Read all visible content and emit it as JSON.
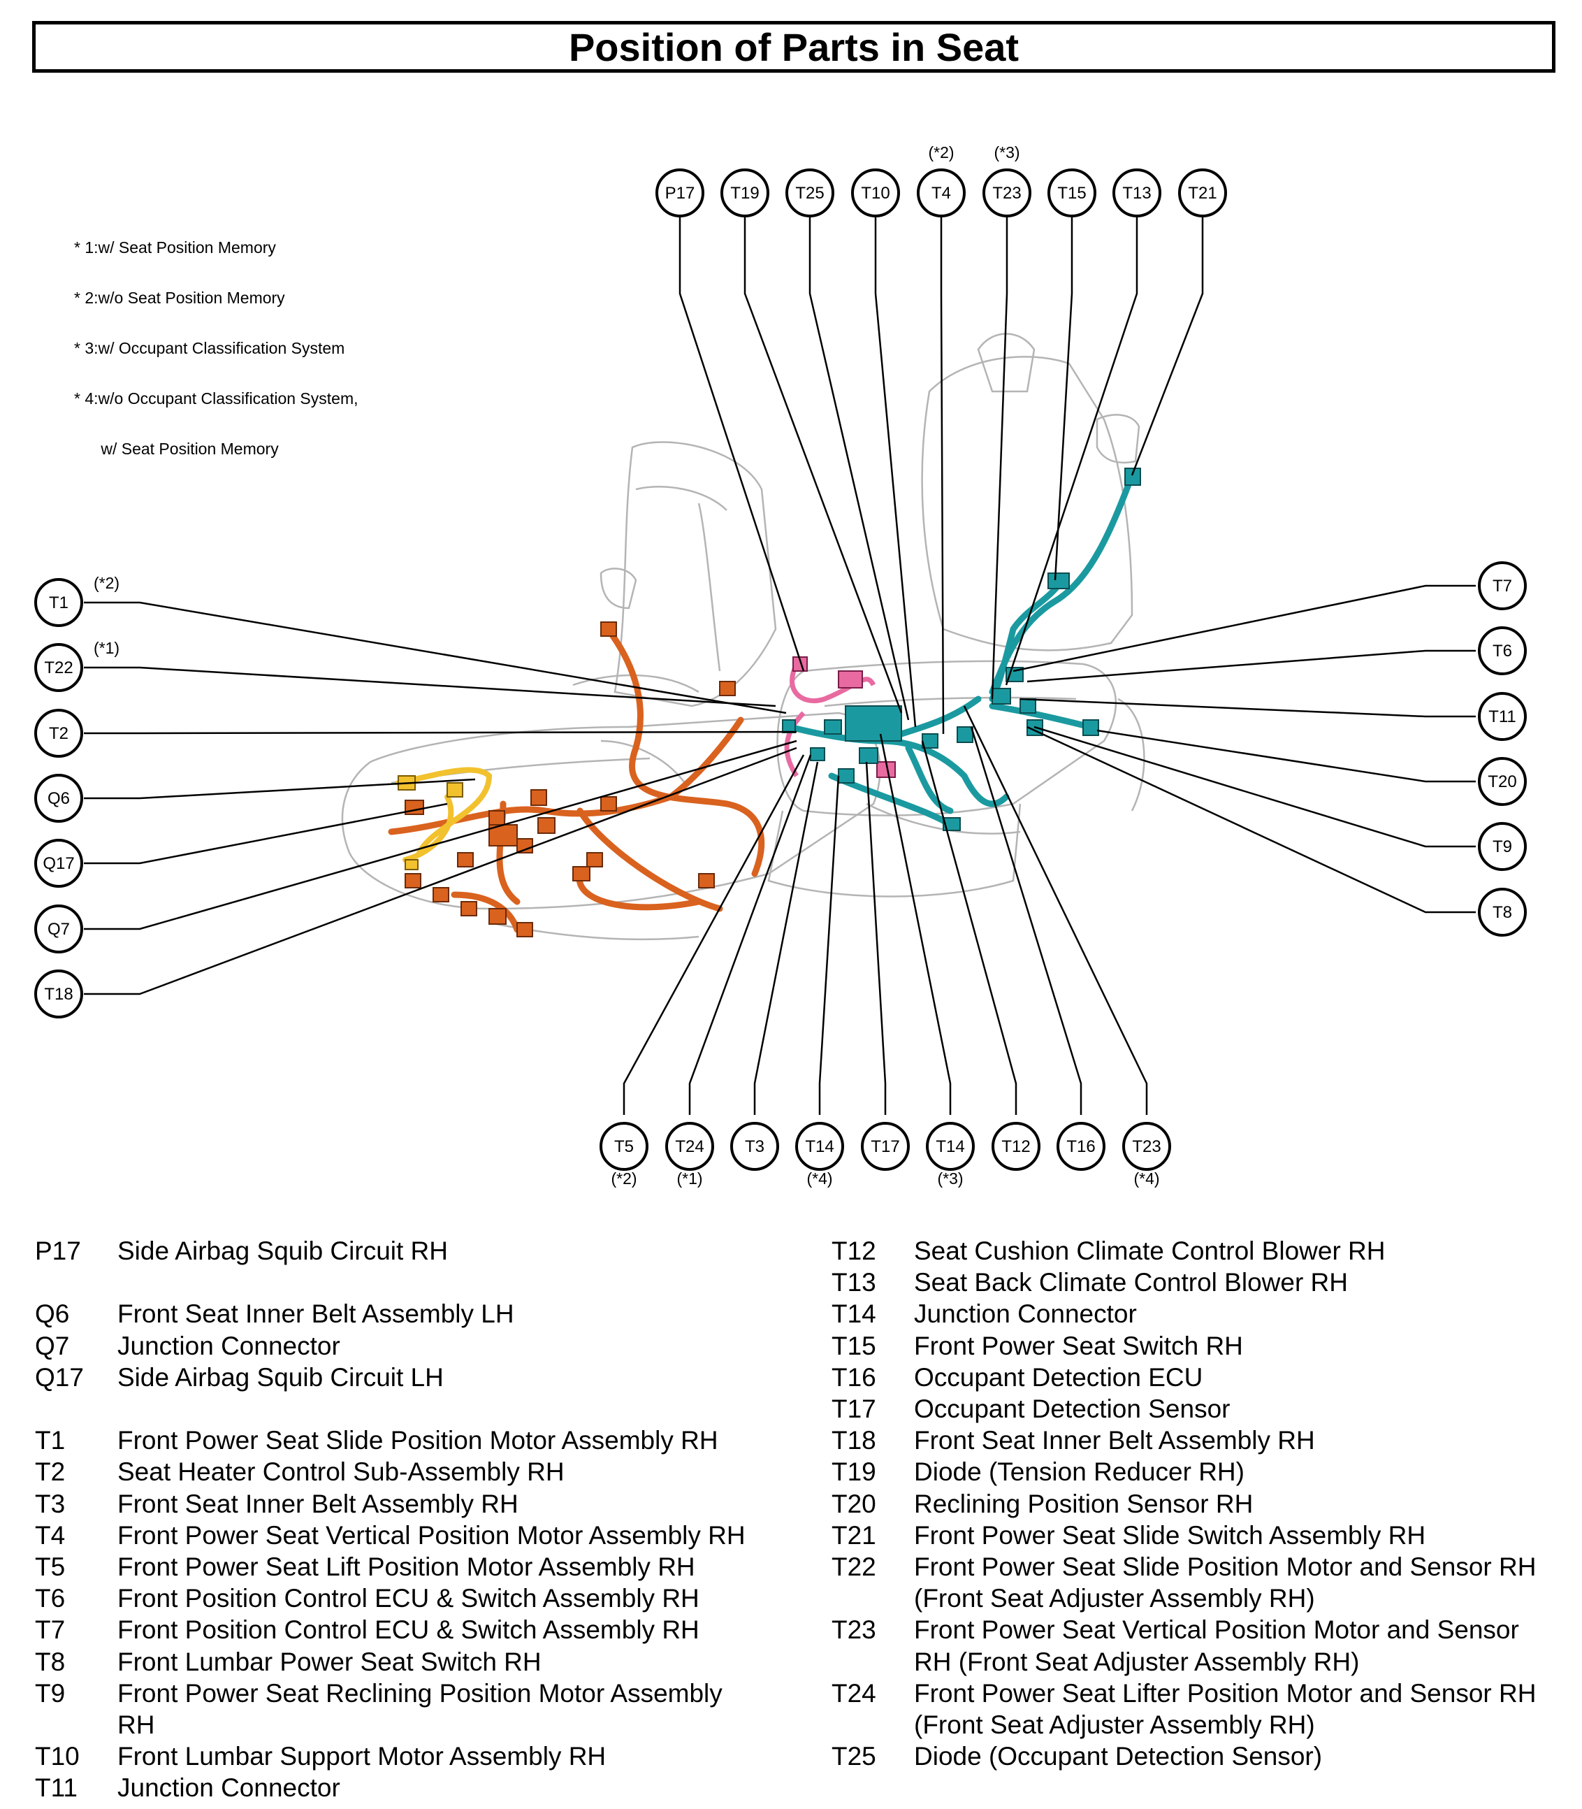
{
  "title": "Position of Parts in Seat",
  "notes": [
    "* 1:w/ Seat Position Memory",
    "* 2:w/o Seat Position Memory",
    "* 3:w/ Occupant Classification System",
    "* 4:w/o Occupant Classification System,",
    "      w/ Seat Position Memory"
  ],
  "callouts": {
    "top": [
      {
        "code": "P17",
        "note": ""
      },
      {
        "code": "T19",
        "note": ""
      },
      {
        "code": "T25",
        "note": ""
      },
      {
        "code": "T10",
        "note": ""
      },
      {
        "code": "T4",
        "note": "(*2)"
      },
      {
        "code": "T23",
        "note": "(*3)"
      },
      {
        "code": "T15",
        "note": ""
      },
      {
        "code": "T13",
        "note": ""
      },
      {
        "code": "T21",
        "note": ""
      }
    ],
    "left": [
      {
        "code": "T1",
        "note": "(*2)"
      },
      {
        "code": "T22",
        "note": "(*1)"
      },
      {
        "code": "T2",
        "note": ""
      },
      {
        "code": "Q6",
        "note": ""
      },
      {
        "code": "Q17",
        "note": ""
      },
      {
        "code": "Q7",
        "note": ""
      },
      {
        "code": "T18",
        "note": ""
      }
    ],
    "right": [
      {
        "code": "T7",
        "note": ""
      },
      {
        "code": "T6",
        "note": ""
      },
      {
        "code": "T11",
        "note": ""
      },
      {
        "code": "T20",
        "note": ""
      },
      {
        "code": "T9",
        "note": ""
      },
      {
        "code": "T8",
        "note": ""
      }
    ],
    "bottom": [
      {
        "code": "T5",
        "note": "(*2)"
      },
      {
        "code": "T24",
        "note": "(*1)"
      },
      {
        "code": "T3",
        "note": ""
      },
      {
        "code": "T14",
        "note": "(*4)"
      },
      {
        "code": "T17",
        "note": ""
      },
      {
        "code": "T14",
        "note": "(*3)"
      },
      {
        "code": "T12",
        "note": ""
      },
      {
        "code": "T16",
        "note": ""
      },
      {
        "code": "T23",
        "note": "(*4)"
      }
    ]
  },
  "legend_left": [
    {
      "code": "P17",
      "desc": "Side Airbag Squib Circuit RH"
    },
    null,
    {
      "code": "Q6",
      "desc": "Front Seat Inner Belt Assembly LH"
    },
    {
      "code": "Q7",
      "desc": "Junction Connector"
    },
    {
      "code": "Q17",
      "desc": "Side Airbag Squib Circuit LH"
    },
    null,
    {
      "code": "T1",
      "desc": "Front Power Seat Slide Position Motor Assembly RH"
    },
    {
      "code": "T2",
      "desc": "Seat Heater Control Sub-Assembly RH"
    },
    {
      "code": "T3",
      "desc": "Front Seat Inner Belt Assembly RH"
    },
    {
      "code": "T4",
      "desc": "Front Power Seat Vertical Position Motor Assembly RH"
    },
    {
      "code": "T5",
      "desc": "Front Power Seat Lift Position Motor Assembly RH"
    },
    {
      "code": "T6",
      "desc": "Front Position Control ECU & Switch Assembly RH"
    },
    {
      "code": "T7",
      "desc": "Front Position Control ECU & Switch Assembly RH"
    },
    {
      "code": "T8",
      "desc": "Front Lumbar Power Seat Switch RH"
    },
    {
      "code": "T9",
      "desc": "Front Power Seat Reclining Position Motor Assembly\nRH"
    },
    {
      "code": "T10",
      "desc": "Front Lumbar Support Motor Assembly RH"
    },
    {
      "code": "T11",
      "desc": "Junction Connector"
    }
  ],
  "legend_right": [
    {
      "code": "T12",
      "desc": "Seat Cushion Climate Control Blower RH"
    },
    {
      "code": "T13",
      "desc": "Seat Back Climate Control Blower RH"
    },
    {
      "code": "T14",
      "desc": "Junction Connector"
    },
    {
      "code": "T15",
      "desc": "Front Power Seat Switch RH"
    },
    {
      "code": "T16",
      "desc": "Occupant Detection ECU"
    },
    {
      "code": "T17",
      "desc": "Occupant Detection Sensor"
    },
    {
      "code": "T18",
      "desc": "Front Seat Inner Belt Assembly RH"
    },
    {
      "code": "T19",
      "desc": "Diode (Tension Reducer RH)"
    },
    {
      "code": "T20",
      "desc": "Reclining Position Sensor RH"
    },
    {
      "code": "T21",
      "desc": "Front Power Seat Slide Switch Assembly RH"
    },
    {
      "code": "T22",
      "desc": "Front Power Seat Slide Position Motor and Sensor RH\n(Front Seat Adjuster Assembly RH)"
    },
    {
      "code": "T23",
      "desc": "Front Power Seat Vertical Position Motor and Sensor\nRH (Front Seat Adjuster Assembly RH)"
    },
    {
      "code": "T24",
      "desc": "Front Power Seat Lifter Position Motor and Sensor RH\n(Front Seat Adjuster Assembly RH)"
    },
    {
      "code": "T25",
      "desc": "Diode (Occupant Detection Sensor)"
    }
  ],
  "colors": {
    "harness_rh": "#1a9aa0",
    "harness_lh": "#d9621f",
    "belt": "#f2c12e",
    "airbag": "#e86aa0"
  }
}
